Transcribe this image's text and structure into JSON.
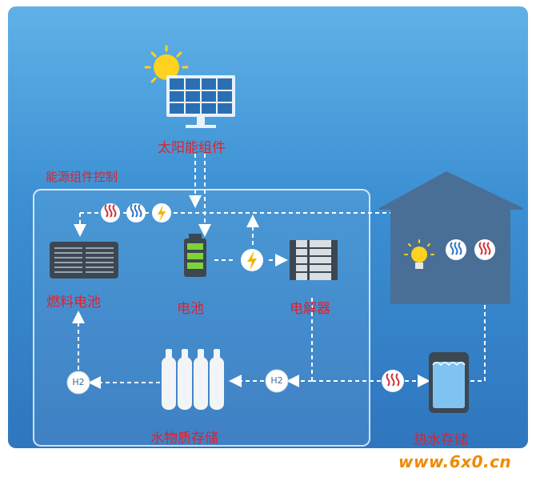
{
  "labels": {
    "solar": "太阳能组件",
    "control": "能源组件控制",
    "fuel_cell": "燃料电池",
    "battery": "电池",
    "electrolyzer": "电解器",
    "storage": "水物质存储",
    "hot_water": "热水存储"
  },
  "badges": {
    "h2_left": "H2",
    "h2_right": "H2"
  },
  "watermark": "www.6x0.cn",
  "colors": {
    "label": "#e0202e",
    "bg_top": "#5fb1e6",
    "bg_bottom": "#2f76bf",
    "house": "#4a6f96",
    "heat": "#d2303a",
    "water": "#2a73c7"
  }
}
